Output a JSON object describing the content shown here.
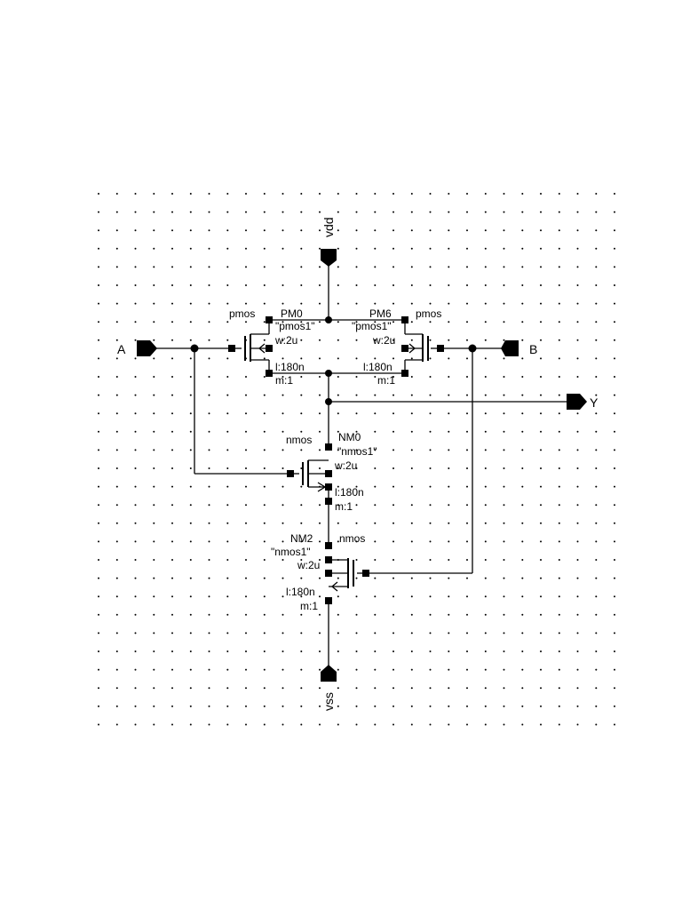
{
  "schematic": {
    "pins": {
      "vdd": "vdd",
      "vss": "vss",
      "A": "A",
      "B": "B",
      "Y": "Y"
    },
    "transistors": {
      "pm0": {
        "type": "pmos",
        "name": "PM0",
        "model": "\"pmos1\"",
        "w": "w:2u",
        "l": "l:180n",
        "m": "m:1"
      },
      "pm6": {
        "type": "pmos",
        "name": "PM6",
        "model": "\"pmos1\"",
        "w": "w:2u",
        "l": "l:180n",
        "m": "m:1"
      },
      "nm0": {
        "type": "nmos",
        "name": "NM0",
        "model": "\"nmos1\"",
        "w": "w:2u",
        "l": "l:180n",
        "m": "m:1"
      },
      "nm2": {
        "type": "nmos",
        "name": "NM2",
        "model": "\"nmos1\"",
        "w": "w:2u",
        "l": "l:180n",
        "m": "m:1"
      }
    }
  }
}
